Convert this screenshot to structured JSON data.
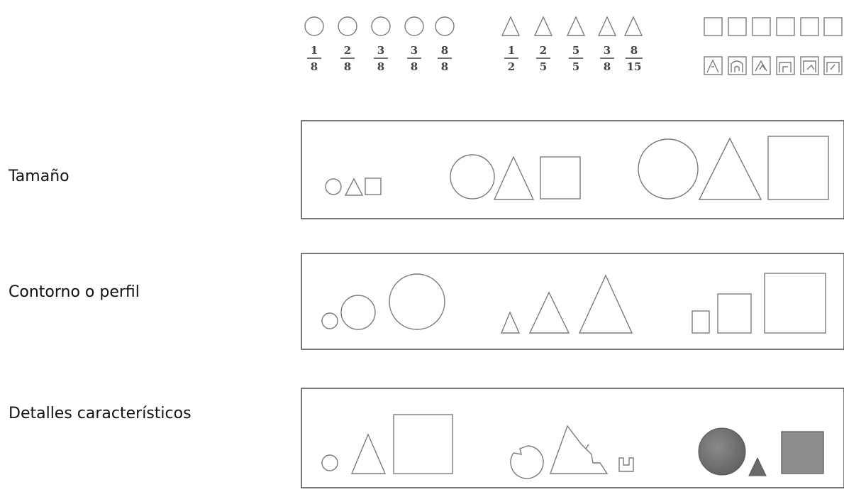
{
  "labels": {
    "size": "Tamaño",
    "contour": "Contorno o perfil",
    "details": "Detalles característicos"
  },
  "top_row": {
    "circles_fractions": [
      {
        "num": "1",
        "den": "8"
      },
      {
        "num": "2",
        "den": "8"
      },
      {
        "num": "3",
        "den": "8"
      },
      {
        "num": "3",
        "den": "8"
      },
      {
        "num": "8",
        "den": "8"
      }
    ],
    "triangles_fractions": [
      {
        "num": "1",
        "den": "2"
      },
      {
        "num": "2",
        "den": "5"
      },
      {
        "num": "5",
        "den": "5"
      },
      {
        "num": "3",
        "den": "8"
      },
      {
        "num": "8",
        "den": "15"
      }
    ]
  },
  "colors": {
    "stroke": "#7a7a7a",
    "frame": "#555555",
    "fill_dark": "#6e6e6e"
  }
}
